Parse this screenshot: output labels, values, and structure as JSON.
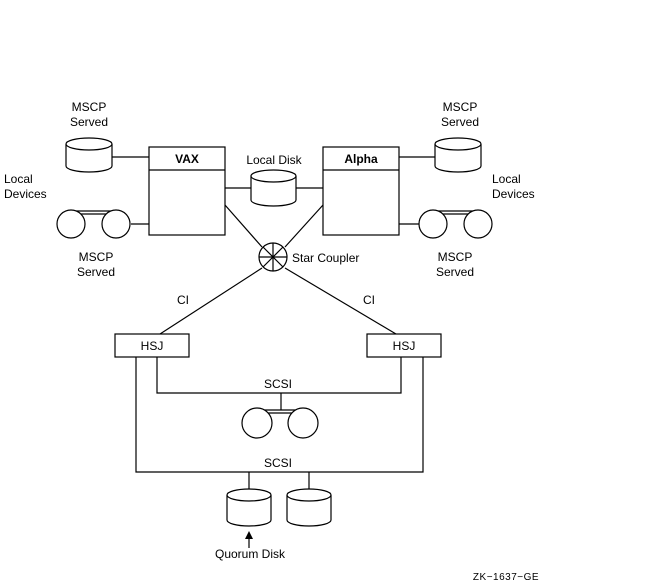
{
  "labels": {
    "mscp_served_top_left": [
      "MSCP",
      "Served"
    ],
    "mscp_served_top_right": [
      "MSCP",
      "Served"
    ],
    "local_devices_left": [
      "Local",
      "Devices"
    ],
    "local_devices_right": [
      "Local",
      "Devices"
    ],
    "mscp_served_bottom_left": [
      "MSCP",
      "Served"
    ],
    "mscp_served_bottom_right": [
      "MSCP",
      "Served"
    ],
    "local_disk": "Local Disk",
    "star_coupler": "Star Coupler",
    "ci_left": "CI",
    "ci_right": "CI",
    "scsi_upper": "SCSI",
    "scsi_lower": "SCSI",
    "quorum_disk": "Quorum Disk",
    "figure_id": "ZK−1637−GE"
  },
  "nodes": {
    "vax": "VAX",
    "alpha": "Alpha",
    "hsj_left": "HSJ",
    "hsj_right": "HSJ"
  }
}
